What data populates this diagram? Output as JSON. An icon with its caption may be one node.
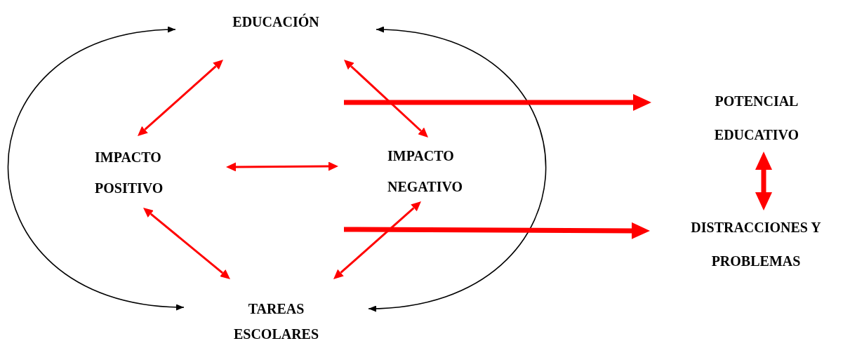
{
  "diagram": {
    "nodes": [
      {
        "text": [
          "EDUCACIÓN"
        ]
      },
      {
        "text": [
          "IMPACTO POSITIVO"
        ]
      },
      {
        "text": [
          "IMPACTO NEGATIVO"
        ]
      },
      {
        "text": [
          "TAREAS ESCOLARES"
        ]
      },
      {
        "text": [
          "POTENCIAL EDUCATIVO"
        ]
      },
      {
        "text": [
          "DISTRACCIONES Y PROBLEMAS"
        ]
      }
    ],
    "edges": [
      {
        "from": 0,
        "to": 3,
        "arrow": "both",
        "color": "#000000"
      },
      {
        "from": 0,
        "to": 3,
        "arrow": "both",
        "color": "#000000"
      },
      {
        "from": 0,
        "to": 1,
        "arrow": "both"
      },
      {
        "from": 0,
        "to": 2,
        "arrow": "both"
      },
      {
        "from": 1,
        "to": 2,
        "arrow": "both"
      },
      {
        "from": 1,
        "to": 3,
        "arrow": "both"
      },
      {
        "from": 2,
        "to": 3,
        "arrow": "both"
      },
      {
        "from": null,
        "to": 4,
        "arrow": "to",
        "style": "thick"
      },
      {
        "from": null,
        "to": 5,
        "arrow": "to",
        "style": "thick"
      },
      {
        "from": 4,
        "to": 5,
        "arrow": "both",
        "style": "thick"
      }
    ]
  }
}
